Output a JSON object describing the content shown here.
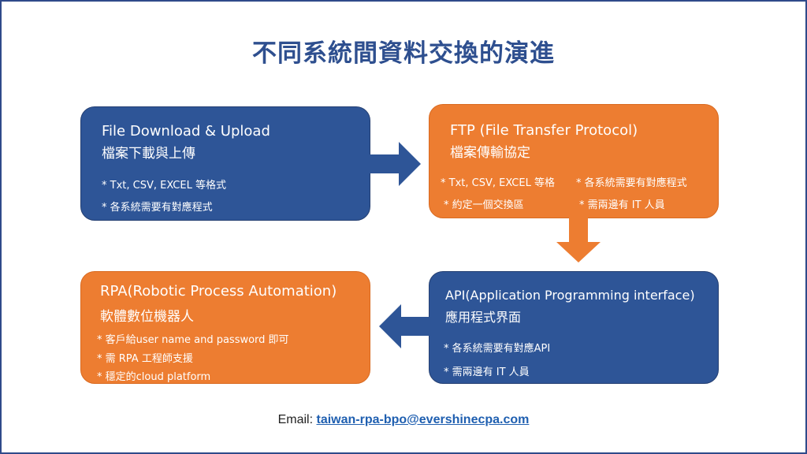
{
  "title": "不同系統間資料交換的演進",
  "boxes": {
    "file": {
      "title": "File Download & Upload",
      "subtitle": "檔案下載與上傳",
      "bullets": [
        "*  Txt, CSV, EXCEL 等格式",
        "*  各系統需要有對應程式"
      ]
    },
    "ftp": {
      "title": "FTP (File Transfer Protocol)",
      "subtitle": "檔案傳輸協定",
      "bullets": [
        "* Txt, CSV, EXCEL 等格",
        "* 各系統需要有對應程式",
        "* 約定一個交換區",
        "* 需兩邊有 IT 人員"
      ]
    },
    "api": {
      "title": "API(Application Programming interface)",
      "subtitle": "應用程式界面",
      "bullets": [
        "*  各系統需要有對應API",
        "*  需兩邊有 IT 人員"
      ]
    },
    "rpa": {
      "title": "RPA(Robotic Process Automation)",
      "subtitle": "軟體數位機器人",
      "bullets": [
        "*  客戶給user name and password 即可",
        "*  需 RPA 工程師支援",
        "*  穩定的cloud platform"
      ]
    }
  },
  "footer": {
    "label": "Email:",
    "email": "taiwan-rpa-bpo@evershinecpa.com"
  },
  "colors": {
    "blue": "#2e5597",
    "orange": "#ed7d31",
    "title": "#2e4f8f",
    "link": "#1f5fb0"
  }
}
